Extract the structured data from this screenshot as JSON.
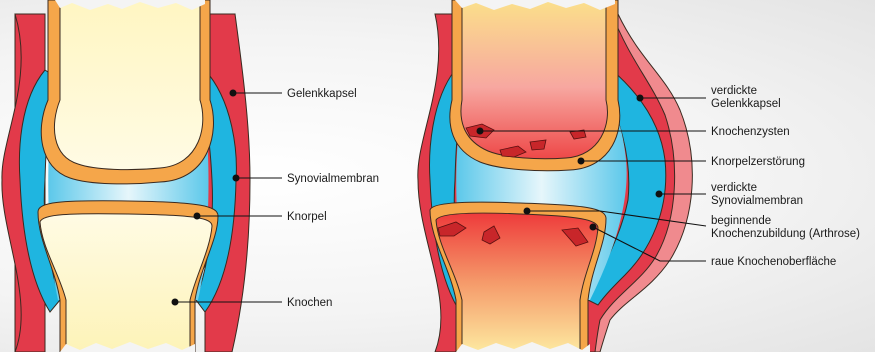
{
  "healthy_joint": {
    "labels": {
      "capsule": "Gelenkkapsel",
      "synovial": "Synovialmembran",
      "cartilage": "Knorpel",
      "bone": "Knochen"
    }
  },
  "arthritic_joint": {
    "labels": {
      "capsule_line1": "verdickte",
      "capsule_line2": "Gelenkkapsel",
      "cysts": "Knochenzysten",
      "cartilage_destruction": "Knorpelzerstörung",
      "synovial_line1": "verdickte",
      "synovial_line2": "Synovialmembran",
      "osteophyte_line1": "beginnende",
      "osteophyte_line2": "Knochenzubildung (Arthrose)",
      "rough_surface": "raue Knochenoberfläche"
    }
  },
  "colors": {
    "capsule": "#e23a4a",
    "capsule_thick": "#f08a8e",
    "synovial": "#1fb5e0",
    "synovial_fluid": "#bfe9f6",
    "cartilage": "#f5a64a",
    "bone": "#fdf3b8",
    "bone_inflamed": "#ee3b3b",
    "cyst": "#c8262a"
  }
}
